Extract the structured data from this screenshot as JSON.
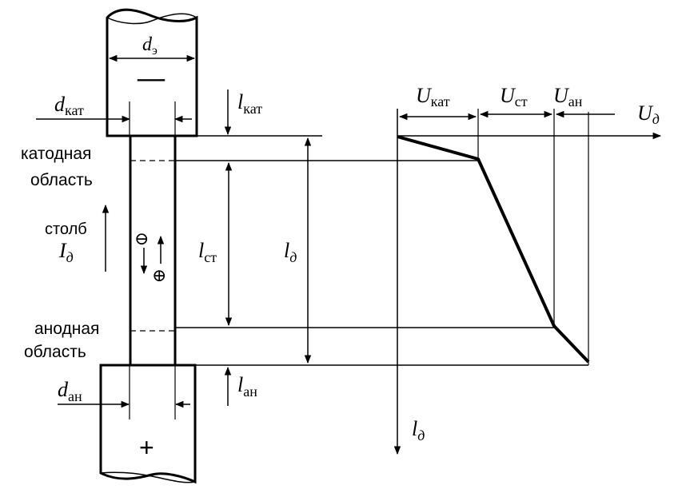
{
  "labels": {
    "d_e": {
      "main": "d",
      "sub": "э"
    },
    "minus_sign": "—",
    "plus_sign": "+",
    "d_kat": {
      "main": "d",
      "sub": "кат"
    },
    "l_kat": {
      "main": "l",
      "sub": "кат"
    },
    "cathode_region": [
      "катодная",
      "область"
    ],
    "column": "столб",
    "I_d": {
      "main": "I",
      "sub": "д"
    },
    "electron": "⊖",
    "ion": "⊕",
    "l_st": {
      "main": "l",
      "sub": "ст"
    },
    "l_d_mid": {
      "main": "l",
      "sub": "д"
    },
    "anode_region": [
      "анодная",
      "область"
    ],
    "d_an": {
      "main": "d",
      "sub": "ан"
    },
    "l_an": {
      "main": "l",
      "sub": "ан"
    },
    "U_kat": {
      "main": "U",
      "sub": "кат"
    },
    "U_st": {
      "main": "U",
      "sub": "ст"
    },
    "U_an": {
      "main": "U",
      "sub": "ан"
    },
    "U_d": {
      "main": "U",
      "sub": "д"
    },
    "l_d_axis": {
      "main": "l",
      "sub": "д"
    }
  }
}
